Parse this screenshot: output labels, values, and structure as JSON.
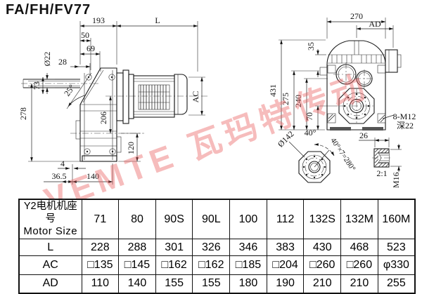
{
  "title": "FA/FH/FV77",
  "watermark": "VEMTE 瓦玛特传动",
  "colors": {
    "line": "#1a1a1a",
    "watermark": "#e96060"
  },
  "side_view": {
    "dims": {
      "d193": "193",
      "dL": "L",
      "d50": "50",
      "d69": "69",
      "d28": "28",
      "d22": "Ø22",
      "d73": "73",
      "d278": "278",
      "a25": "25°",
      "d206": "206",
      "d120": "120",
      "dAC": "AC",
      "d4": "4",
      "d365": "36.5",
      "d140": "140"
    }
  },
  "front_view": {
    "dims": {
      "d270": "270",
      "dAD": "AD",
      "d431": "431",
      "d275": "275",
      "d240": "240",
      "d35": "35",
      "d70": "70",
      "d26": "26",
      "bolt": "8-M12",
      "depth": "深22"
    }
  },
  "flange_detail": {
    "dia": "Ø142",
    "a40": "40°",
    "pattern": "40°×7=280°"
  },
  "shaft_detail": {
    "scale": "2:1",
    "thread": "M16"
  },
  "table": {
    "header": {
      "line1": "Y2电机机座号",
      "line2": "Motor Size"
    },
    "columns": [
      "71",
      "80",
      "90S",
      "90L",
      "100",
      "112",
      "132S",
      "132M",
      "160M"
    ],
    "rows": [
      {
        "label": "L",
        "values": [
          "228",
          "288",
          "301",
          "326",
          "346",
          "383",
          "430",
          "468",
          "523"
        ]
      },
      {
        "label": "AC",
        "values": [
          "□135",
          "□145",
          "□162",
          "□162",
          "□185",
          "□204",
          "□260",
          "□260",
          "φ330"
        ]
      },
      {
        "label": "AD",
        "values": [
          "110",
          "140",
          "155",
          "155",
          "180",
          "190",
          "210",
          "210",
          "255"
        ]
      }
    ]
  }
}
